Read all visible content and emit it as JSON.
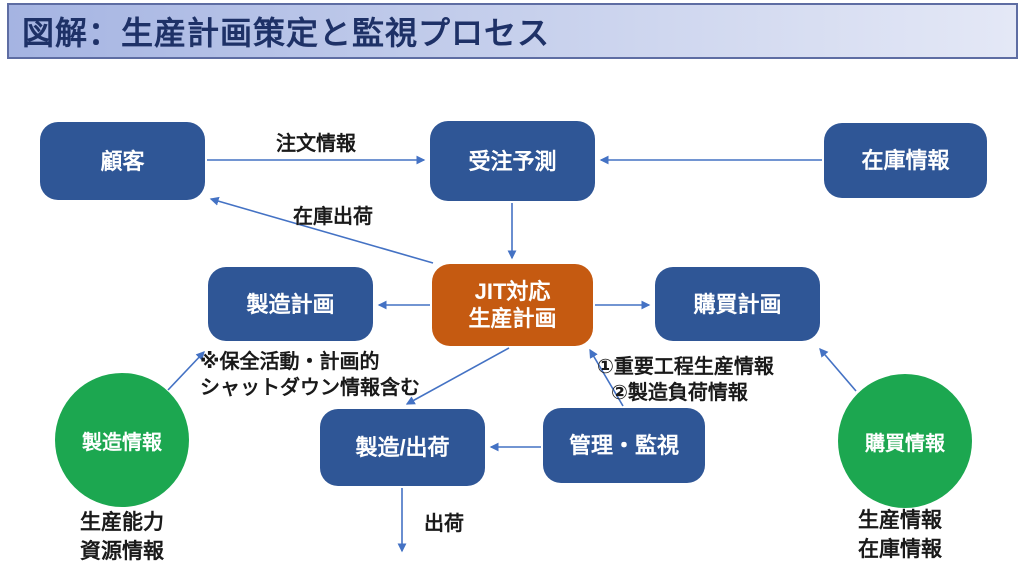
{
  "title": "図解：生産計画策定と監視プロセス",
  "colors": {
    "node_blue": "#2f5696",
    "node_orange": "#c55a11",
    "circle_green": "#1ca750",
    "arrow_blue": "#4472c4",
    "title_text": "#1e3167"
  },
  "nodes": {
    "customer": "顧客",
    "order_forecast": "受注予測",
    "inventory_info": "在庫情報",
    "manufacturing_plan": "製造計画",
    "jit": {
      "line1": "JIT対応",
      "line2": "生産計画"
    },
    "purchasing_plan": "購買計画",
    "manufacturing_shipping": "製造/出荷",
    "management_monitoring": "管理・監視",
    "manufacturing_info": "製造情報",
    "purchasing_info": "購買情報"
  },
  "labels": {
    "order_info": "注文情報",
    "inventory_shipment": "在庫出荷",
    "maintenance_note": {
      "line1": "※保全活動・計画的",
      "line2": "シャットダウン情報含む"
    },
    "process_info": {
      "line1": "①重要工程生産情報",
      "line2": "②製造負荷情報"
    },
    "shipment": "出荷",
    "capacity_note": {
      "line1": "生産能力",
      "line2": "資源情報"
    },
    "purchase_note": {
      "line1": "生産情報",
      "line2": "在庫情報"
    }
  }
}
